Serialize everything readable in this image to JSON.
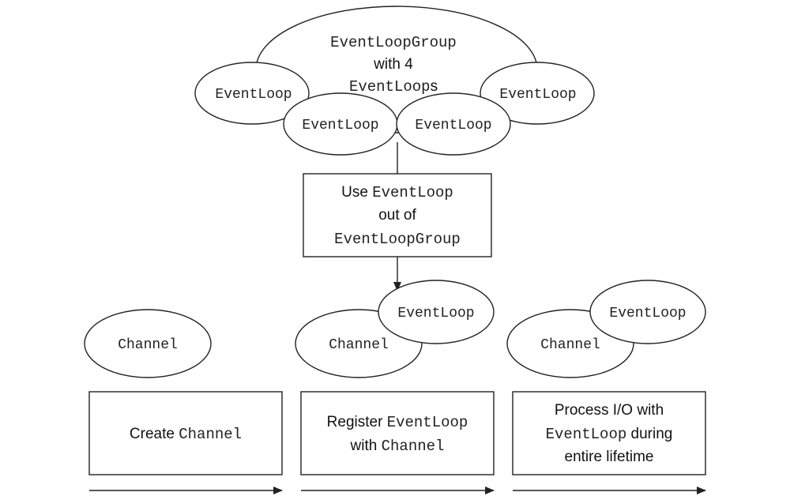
{
  "group": {
    "title_line1": "EventLoopGroup",
    "title_line2": "with 4",
    "title_line3_mono": "EventLoop",
    "title_line3_suffix": "s",
    "loops": [
      "EventLoop",
      "EventLoop",
      "EventLoop",
      "EventLoop"
    ]
  },
  "use_box": {
    "line1_prefix": "Use ",
    "line1_mono": "EventLoop",
    "line2": "out of",
    "line3_mono": "EventLoopGroup"
  },
  "stages": [
    {
      "channel_label": "Channel",
      "eventloop_label": "",
      "box_lines": [
        [
          {
            "t": "Create ",
            "mono": false
          },
          {
            "t": "Channel",
            "mono": true
          }
        ]
      ]
    },
    {
      "channel_label": "Channel",
      "eventloop_label": "EventLoop",
      "box_lines": [
        [
          {
            "t": "Register ",
            "mono": false
          },
          {
            "t": "EventLoop",
            "mono": true
          }
        ],
        [
          {
            "t": "with ",
            "mono": false
          },
          {
            "t": "Channel",
            "mono": true
          }
        ]
      ]
    },
    {
      "channel_label": "Channel",
      "eventloop_label": "EventLoop",
      "box_lines": [
        [
          {
            "t": "Process I/O with",
            "mono": false
          }
        ],
        [
          {
            "t": "EventLoop",
            "mono": true
          },
          {
            "t": " during",
            "mono": false
          }
        ],
        [
          {
            "t": "entire lifetime",
            "mono": false
          }
        ]
      ]
    }
  ]
}
